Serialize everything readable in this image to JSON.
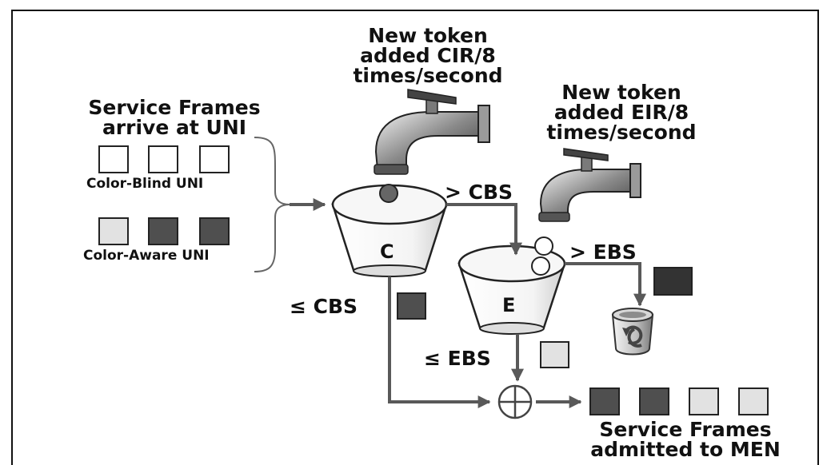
{
  "labels": {
    "cir_token": [
      "New token",
      "added CIR/8",
      "times/second"
    ],
    "eir_token": [
      "New token",
      "added EIR/8",
      "times/second"
    ],
    "arrive": [
      "Service Frames",
      "arrive at UNI"
    ],
    "color_blind": "Color-Blind UNI",
    "color_aware": "Color-Aware UNI",
    "bucket_c": "C",
    "bucket_e": "E",
    "gt_cbs": "> CBS",
    "gt_ebs": "> EBS",
    "le_cbs": "≤ CBS",
    "le_ebs": "≤ EBS",
    "admitted": [
      "Service Frames",
      "admitted to MEN"
    ]
  },
  "colors": {
    "green_frame": "#4f4f4f",
    "yellow_frame": "#e2e2e2",
    "red_frame": "#333333",
    "white_frame": "#ffffff",
    "arrow": "#595959"
  },
  "frames": {
    "color_blind": [
      "white",
      "white",
      "white"
    ],
    "color_aware": [
      "yellow",
      "green",
      "green"
    ],
    "admitted": [
      "green",
      "green",
      "yellow",
      "yellow"
    ],
    "le_cbs": "green",
    "le_ebs": "yellow",
    "gt_ebs": "red"
  },
  "icons": [
    "faucet-icon",
    "bucket-icon",
    "trash-bin-icon",
    "plus-junction-icon"
  ]
}
